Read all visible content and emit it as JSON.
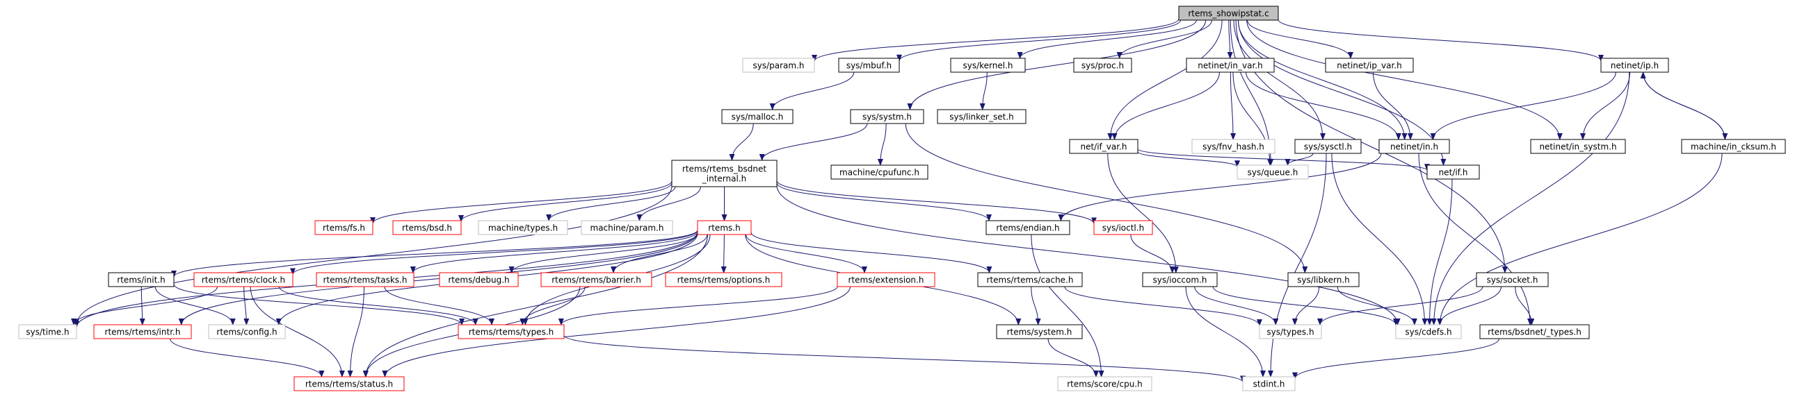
{
  "diagram": {
    "nodes": [
      {
        "id": "root",
        "label": "rtems_showipstat.c",
        "style": "root"
      },
      {
        "id": "sys_param",
        "label": "sys/param.h",
        "style": "gray"
      },
      {
        "id": "sys_mbuf",
        "label": "sys/mbuf.h",
        "style": "black"
      },
      {
        "id": "sys_kernel",
        "label": "sys/kernel.h",
        "style": "black"
      },
      {
        "id": "sys_proc",
        "label": "sys/proc.h",
        "style": "black"
      },
      {
        "id": "netinet_in_var",
        "label": "netinet/in_var.h",
        "style": "black"
      },
      {
        "id": "netinet_ip_var",
        "label": "netinet/ip_var.h",
        "style": "black"
      },
      {
        "id": "netinet_ip",
        "label": "netinet/ip.h",
        "style": "black"
      },
      {
        "id": "sys_malloc",
        "label": "sys/malloc.h",
        "style": "black"
      },
      {
        "id": "sys_systm",
        "label": "sys/systm.h",
        "style": "black"
      },
      {
        "id": "sys_linker_set",
        "label": "sys/linker_set.h",
        "style": "black"
      },
      {
        "id": "net_if_var",
        "label": "net/if_var.h",
        "style": "black"
      },
      {
        "id": "sys_fnv_hash",
        "label": "sys/fnv_hash.h",
        "style": "gray"
      },
      {
        "id": "sys_sysctl",
        "label": "sys/sysctl.h",
        "style": "black"
      },
      {
        "id": "netinet_in",
        "label": "netinet/in.h",
        "style": "black"
      },
      {
        "id": "netinet_in_systm",
        "label": "netinet/in_systm.h",
        "style": "black"
      },
      {
        "id": "machine_in_cksum",
        "label": "machine/in_cksum.h",
        "style": "black"
      },
      {
        "id": "bsdnet_internal",
        "label": "rtems/rtems_bsdnet\n_internal.h",
        "style": "black"
      },
      {
        "id": "machine_cpufunc",
        "label": "machine/cpufunc.h",
        "style": "black"
      },
      {
        "id": "sys_queue",
        "label": "sys/queue.h",
        "style": "gray"
      },
      {
        "id": "net_if",
        "label": "net/if.h",
        "style": "black"
      },
      {
        "id": "rtems_fs",
        "label": "rtems/fs.h",
        "style": "red"
      },
      {
        "id": "rtems_bsd",
        "label": "rtems/bsd.h",
        "style": "red"
      },
      {
        "id": "machine_types",
        "label": "machine/types.h",
        "style": "gray"
      },
      {
        "id": "machine_param",
        "label": "machine/param.h",
        "style": "gray"
      },
      {
        "id": "rtems_h",
        "label": "rtems.h",
        "style": "red"
      },
      {
        "id": "rtems_endian",
        "label": "rtems/endian.h",
        "style": "black"
      },
      {
        "id": "sys_ioctl",
        "label": "sys/ioctl.h",
        "style": "red"
      },
      {
        "id": "rtems_init",
        "label": "rtems/init.h",
        "style": "black"
      },
      {
        "id": "rtems_clock",
        "label": "rtems/rtems/clock.h",
        "style": "red"
      },
      {
        "id": "rtems_tasks",
        "label": "rtems/rtems/tasks.h",
        "style": "red"
      },
      {
        "id": "rtems_debug",
        "label": "rtems/debug.h",
        "style": "red"
      },
      {
        "id": "rtems_barrier",
        "label": "rtems/rtems/barrier.h",
        "style": "red"
      },
      {
        "id": "rtems_options",
        "label": "rtems/rtems/options.h",
        "style": "red"
      },
      {
        "id": "rtems_extension",
        "label": "rtems/extension.h",
        "style": "red"
      },
      {
        "id": "rtems_cache",
        "label": "rtems/rtems/cache.h",
        "style": "black"
      },
      {
        "id": "sys_ioccom",
        "label": "sys/ioccom.h",
        "style": "black"
      },
      {
        "id": "sys_libkern",
        "label": "sys/libkern.h",
        "style": "black"
      },
      {
        "id": "sys_socket",
        "label": "sys/socket.h",
        "style": "black"
      },
      {
        "id": "sys_time",
        "label": "sys/time.h",
        "style": "gray"
      },
      {
        "id": "rtems_intr",
        "label": "rtems/rtems/intr.h",
        "style": "red"
      },
      {
        "id": "rtems_config",
        "label": "rtems/config.h",
        "style": "gray"
      },
      {
        "id": "rtems_types",
        "label": "rtems/rtems/types.h",
        "style": "red"
      },
      {
        "id": "rtems_system",
        "label": "rtems/system.h",
        "style": "black"
      },
      {
        "id": "sys_types",
        "label": "sys/types.h",
        "style": "gray"
      },
      {
        "id": "sys_cdefs",
        "label": "sys/cdefs.h",
        "style": "gray"
      },
      {
        "id": "bsdnet_types",
        "label": "rtems/bsdnet/_types.h",
        "style": "black"
      },
      {
        "id": "rtems_status",
        "label": "rtems/rtems/status.h",
        "style": "red"
      },
      {
        "id": "rtems_score_cpu",
        "label": "rtems/score/cpu.h",
        "style": "gray"
      },
      {
        "id": "stdint",
        "label": "stdint.h",
        "style": "gray"
      }
    ],
    "edges": [
      [
        "root",
        "sys_param"
      ],
      [
        "root",
        "sys_mbuf"
      ],
      [
        "root",
        "sys_kernel"
      ],
      [
        "root",
        "sys_proc"
      ],
      [
        "root",
        "netinet_in_var"
      ],
      [
        "root",
        "netinet_ip_var"
      ],
      [
        "root",
        "netinet_ip"
      ],
      [
        "root",
        "sys_systm"
      ],
      [
        "root",
        "net_if_var"
      ],
      [
        "root",
        "sys_sysctl"
      ],
      [
        "root",
        "netinet_in"
      ],
      [
        "root",
        "netinet_in_systm"
      ],
      [
        "root",
        "sys_queue"
      ],
      [
        "root",
        "net_if"
      ],
      [
        "root",
        "sys_socket"
      ],
      [
        "sys_mbuf",
        "sys_malloc"
      ],
      [
        "sys_kernel",
        "sys_linker_set"
      ],
      [
        "sys_malloc",
        "bsdnet_internal"
      ],
      [
        "sys_systm",
        "bsdnet_internal"
      ],
      [
        "sys_systm",
        "machine_cpufunc"
      ],
      [
        "sys_systm",
        "sys_libkern"
      ],
      [
        "netinet_in_var",
        "net_if_var"
      ],
      [
        "netinet_in_var",
        "sys_fnv_hash"
      ],
      [
        "netinet_in_var",
        "netinet_in"
      ],
      [
        "netinet_in_var",
        "sys_queue"
      ],
      [
        "netinet_ip_var",
        "netinet_in"
      ],
      [
        "netinet_ip",
        "netinet_in_systm"
      ],
      [
        "netinet_ip",
        "netinet_in"
      ],
      [
        "netinet_ip",
        "machine_in_cksum"
      ],
      [
        "netinet_ip",
        "sys_cdefs"
      ],
      [
        "machine_in_cksum",
        "netinet_ip"
      ],
      [
        "machine_in_cksum",
        "sys_cdefs"
      ],
      [
        "net_if_var",
        "sys_queue"
      ],
      [
        "net_if_var",
        "net_if"
      ],
      [
        "net_if_var",
        "sys_ioccom"
      ],
      [
        "sys_sysctl",
        "sys_queue"
      ],
      [
        "sys_sysctl",
        "sys_cdefs"
      ],
      [
        "sys_sysctl",
        "stdint"
      ],
      [
        "netinet_in",
        "rtems_endian"
      ],
      [
        "netinet_in",
        "bsdnet_types"
      ],
      [
        "net_if",
        "sys_cdefs"
      ],
      [
        "bsdnet_internal",
        "rtems_fs"
      ],
      [
        "bsdnet_internal",
        "rtems_bsd"
      ],
      [
        "bsdnet_internal",
        "machine_types"
      ],
      [
        "bsdnet_internal",
        "machine_param"
      ],
      [
        "bsdnet_internal",
        "rtems_h"
      ],
      [
        "bsdnet_internal",
        "rtems_endian"
      ],
      [
        "bsdnet_internal",
        "sys_ioctl"
      ],
      [
        "bsdnet_internal",
        "sys_time"
      ],
      [
        "bsdnet_internal",
        "sys_cdefs"
      ],
      [
        "rtems_h",
        "rtems_init"
      ],
      [
        "rtems_h",
        "rtems_clock"
      ],
      [
        "rtems_h",
        "rtems_tasks"
      ],
      [
        "rtems_h",
        "rtems_debug"
      ],
      [
        "rtems_h",
        "rtems_barrier"
      ],
      [
        "rtems_h",
        "rtems_options"
      ],
      [
        "rtems_h",
        "rtems_extension"
      ],
      [
        "rtems_h",
        "rtems_cache"
      ],
      [
        "rtems_h",
        "rtems_intr"
      ],
      [
        "rtems_h",
        "rtems_config"
      ],
      [
        "rtems_h",
        "rtems_types"
      ],
      [
        "rtems_h",
        "rtems_status"
      ],
      [
        "rtems_h",
        "rtems_system"
      ],
      [
        "rtems_h",
        "sys_time"
      ],
      [
        "rtems_endian",
        "rtems_score_cpu"
      ],
      [
        "sys_ioctl",
        "sys_ioccom"
      ],
      [
        "rtems_init",
        "rtems_intr"
      ],
      [
        "rtems_init",
        "rtems_config"
      ],
      [
        "rtems_init",
        "rtems_types"
      ],
      [
        "rtems_clock",
        "sys_time"
      ],
      [
        "rtems_clock",
        "rtems_config"
      ],
      [
        "rtems_clock",
        "rtems_status"
      ],
      [
        "rtems_clock",
        "rtems_types"
      ],
      [
        "rtems_tasks",
        "rtems_types"
      ],
      [
        "rtems_tasks",
        "rtems_status"
      ],
      [
        "rtems_barrier",
        "rtems_types"
      ],
      [
        "rtems_barrier",
        "rtems_status"
      ],
      [
        "rtems_extension",
        "rtems_types"
      ],
      [
        "rtems_extension",
        "rtems_status"
      ],
      [
        "rtems_cache",
        "rtems_system"
      ],
      [
        "rtems_cache",
        "sys_types"
      ],
      [
        "sys_ioccom",
        "sys_types"
      ],
      [
        "sys_ioccom",
        "sys_cdefs"
      ],
      [
        "sys_ioccom",
        "stdint"
      ],
      [
        "sys_libkern",
        "sys_types"
      ],
      [
        "sys_libkern",
        "sys_cdefs"
      ],
      [
        "sys_socket",
        "sys_types"
      ],
      [
        "sys_socket",
        "sys_cdefs"
      ],
      [
        "sys_socket",
        "bsdnet_types"
      ],
      [
        "rtems_intr",
        "rtems_status"
      ],
      [
        "rtems_types",
        "stdint"
      ],
      [
        "rtems_system",
        "rtems_score_cpu"
      ],
      [
        "bsdnet_types",
        "stdint"
      ]
    ]
  }
}
